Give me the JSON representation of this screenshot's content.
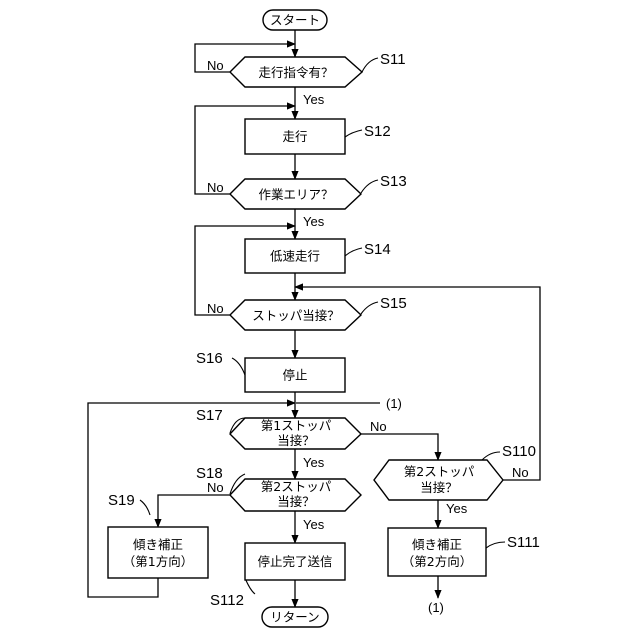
{
  "nodes": {
    "start": "スタート",
    "s11": "走行指令有？",
    "s12": "走行",
    "s13": "作業エリア？",
    "s14": "低速走行",
    "s15": "ストッパ当接？",
    "s16": "停止",
    "s17": [
      "第1ストッパ",
      "当接？"
    ],
    "s18": [
      "第2ストッパ",
      "当接？"
    ],
    "s19": [
      "傾き補正",
      "（第1方向）"
    ],
    "s110": [
      "第2ストッパ",
      "当接？"
    ],
    "s111": [
      "傾き補正",
      "（第2方向）"
    ],
    "s112": "停止完了送信",
    "end": "リターン"
  },
  "steps": {
    "s11": "S11",
    "s12": "S12",
    "s13": "S13",
    "s14": "S14",
    "s15": "S15",
    "s16": "S16",
    "s17": "S17",
    "s18": "S18",
    "s19": "S19",
    "s110": "S110",
    "s111": "S111",
    "s112": "S112"
  },
  "labels": {
    "yes": "Yes",
    "no": "No",
    "connector": "(1)"
  }
}
